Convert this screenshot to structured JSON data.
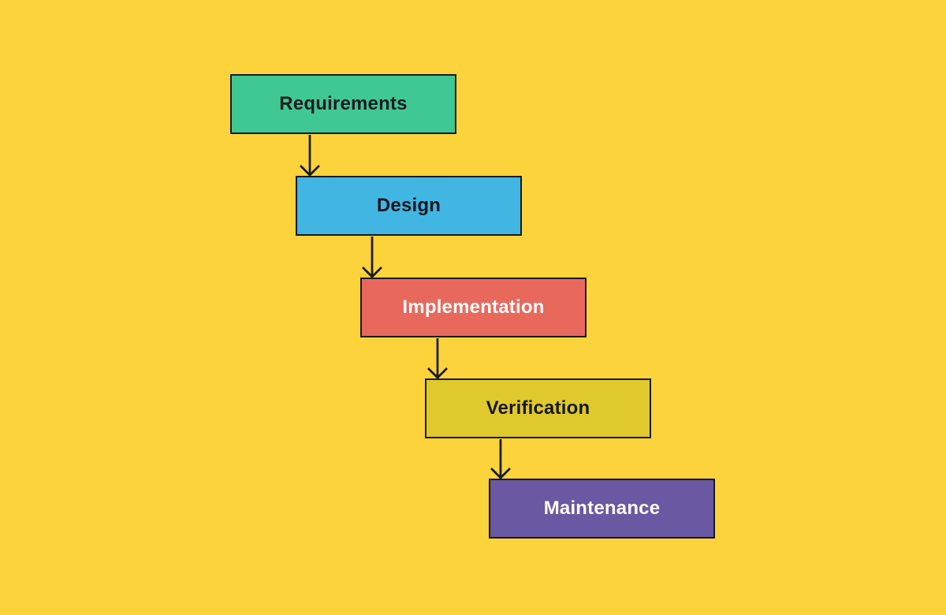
{
  "diagram": {
    "type": "waterfall-flowchart",
    "background_color": "#FCD33B",
    "border_color": "#1A1A1A",
    "arrow_color": "#1A1A1A",
    "stages": [
      {
        "label": "Requirements",
        "fill_color": "#40C894",
        "text_color": "#1B1B20"
      },
      {
        "label": "Design",
        "fill_color": "#41B6E3",
        "text_color": "#15161B"
      },
      {
        "label": "Implementation",
        "fill_color": "#E9685C",
        "text_color": "#FFFFFF"
      },
      {
        "label": "Verification",
        "fill_color": "#DFC92D",
        "text_color": "#17181C"
      },
      {
        "label": "Maintenance",
        "fill_color": "#6A58A2",
        "text_color": "#FFFFFF"
      }
    ],
    "connections": [
      {
        "from": "Requirements",
        "to": "Design"
      },
      {
        "from": "Design",
        "to": "Implementation"
      },
      {
        "from": "Implementation",
        "to": "Verification"
      },
      {
        "from": "Verification",
        "to": "Maintenance"
      }
    ]
  }
}
